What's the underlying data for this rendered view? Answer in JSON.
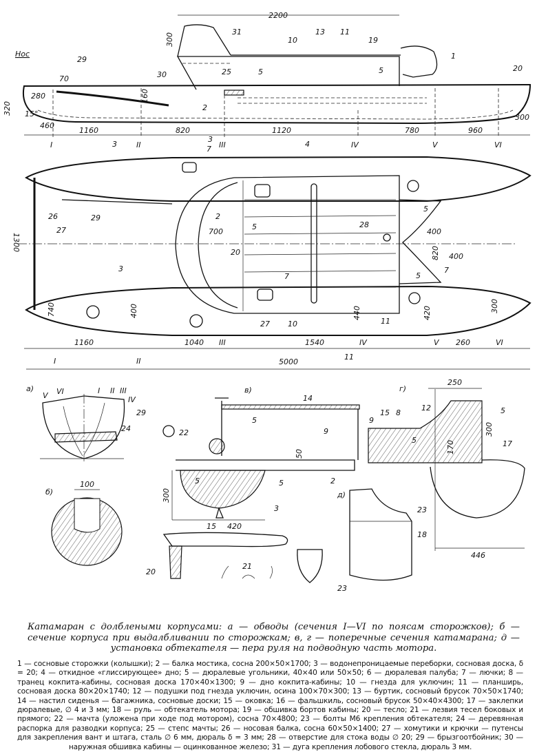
{
  "side_view": {
    "labels": [
      "Нос",
      "2200",
      "300",
      "31",
      "10",
      "13",
      "11",
      "19",
      "30",
      "25",
      "5",
      "2",
      "29",
      "70",
      "280",
      "320",
      "15°",
      "160",
      "460",
      "1160",
      "820",
      "1120",
      "780",
      "960",
      "300",
      "20",
      "1",
      "3",
      "4",
      "I",
      "II",
      "III",
      "IV",
      "V",
      "VI",
      "3",
      "5"
    ]
  },
  "plan_view": {
    "labels": [
      "7",
      "29",
      "26",
      "27",
      "1300",
      "3",
      "2",
      "700",
      "5",
      "20",
      "28",
      "5",
      "400",
      "820",
      "400",
      "5",
      "7",
      "7",
      "740",
      "400",
      "27",
      "10",
      "440",
      "11",
      "420",
      "300",
      "1160",
      "1040",
      "III",
      "1540",
      "IV",
      "V",
      "260",
      "VI",
      "I",
      "II",
      "5000",
      "11"
    ]
  },
  "section_a": {
    "labels": [
      "а)",
      "V",
      "VI",
      "I",
      "II",
      "III",
      "IV",
      "29",
      "24"
    ]
  },
  "section_b": {
    "labels": [
      "б)",
      "100"
    ]
  },
  "section_v": {
    "labels": [
      "в)",
      "14",
      "22",
      "5",
      "9",
      "5",
      "5",
      "2",
      "300",
      "50",
      "15",
      "420",
      "3",
      "20",
      "21"
    ]
  },
  "section_g": {
    "labels": [
      "г)",
      "250",
      "9",
      "15",
      "8",
      "12",
      "5",
      "5",
      "300",
      "170",
      "17",
      "446"
    ]
  },
  "section_d": {
    "labels": [
      "д)",
      "23",
      "18",
      "23"
    ]
  },
  "caption": "Катамаран с долблеными корпусами: а — обводы (сечения I—VI по поясам сторожков); б — сечение корпуса при выдалбливании по сторожкам; в, г — поперечные сечения катамарана; д — установка обтекателя — пера руля на подводную часть мотора.",
  "legend": "1 — сосновые сторожки (колышки); 2 — балка мостика, сосна 200×50×1700; 3 — водонепроницаемые переборки, сосновая доска, δ = 20; 4 — откидное «глиссирующее» дно; 5 — дюралевые угольники, 40×40 или 50×50; 6 — дюралевая палуба; 7 — лючки; 8 — транец кокпита-кабины, сосновая доска 170×40×1300; 9 — дно кокпита-кабины; 10 — гнезда для уключин; 11 — планширь, сосновая доска 80×20×1740; 12 — подушки под гнезда уключин, осина 100×70×300; 13 — буртик, сосновый брусок 70×50×1740; 14 — настил сиденья — багажника, сосновые доски; 15 — оковка; 16 — фальшкиль, сосновый брусок 50×40×4300; 17 — заклепки дюралевые, ∅ 4 и 3 мм; 18 — руль — обтекатель мотора; 19 — обшивка бортов кабины; 20 — тесло; 21 — лезвия тесел боковых и прямого; 22 — мачта (уложена при ходе под мотором), сосна 70×4800; 23 — болты М6 крепления обтекателя; 24 — деревянная распорка для разводки корпуса; 25 — степс мачты; 26 — носовая балка, сосна 60×50×1400; 27 — хомутики и крючки — путенсы для закрепления вант и штага, сталь ∅ 6 мм, дюраль δ = 3 мм; 28 — отверстие для стока воды ∅ 20; 29 — брызгоотбойник; 30 — наружная обшивка кабины — оцинкованное железо; 31 — дуга крепления лобового стекла, дюраль 3 мм."
}
